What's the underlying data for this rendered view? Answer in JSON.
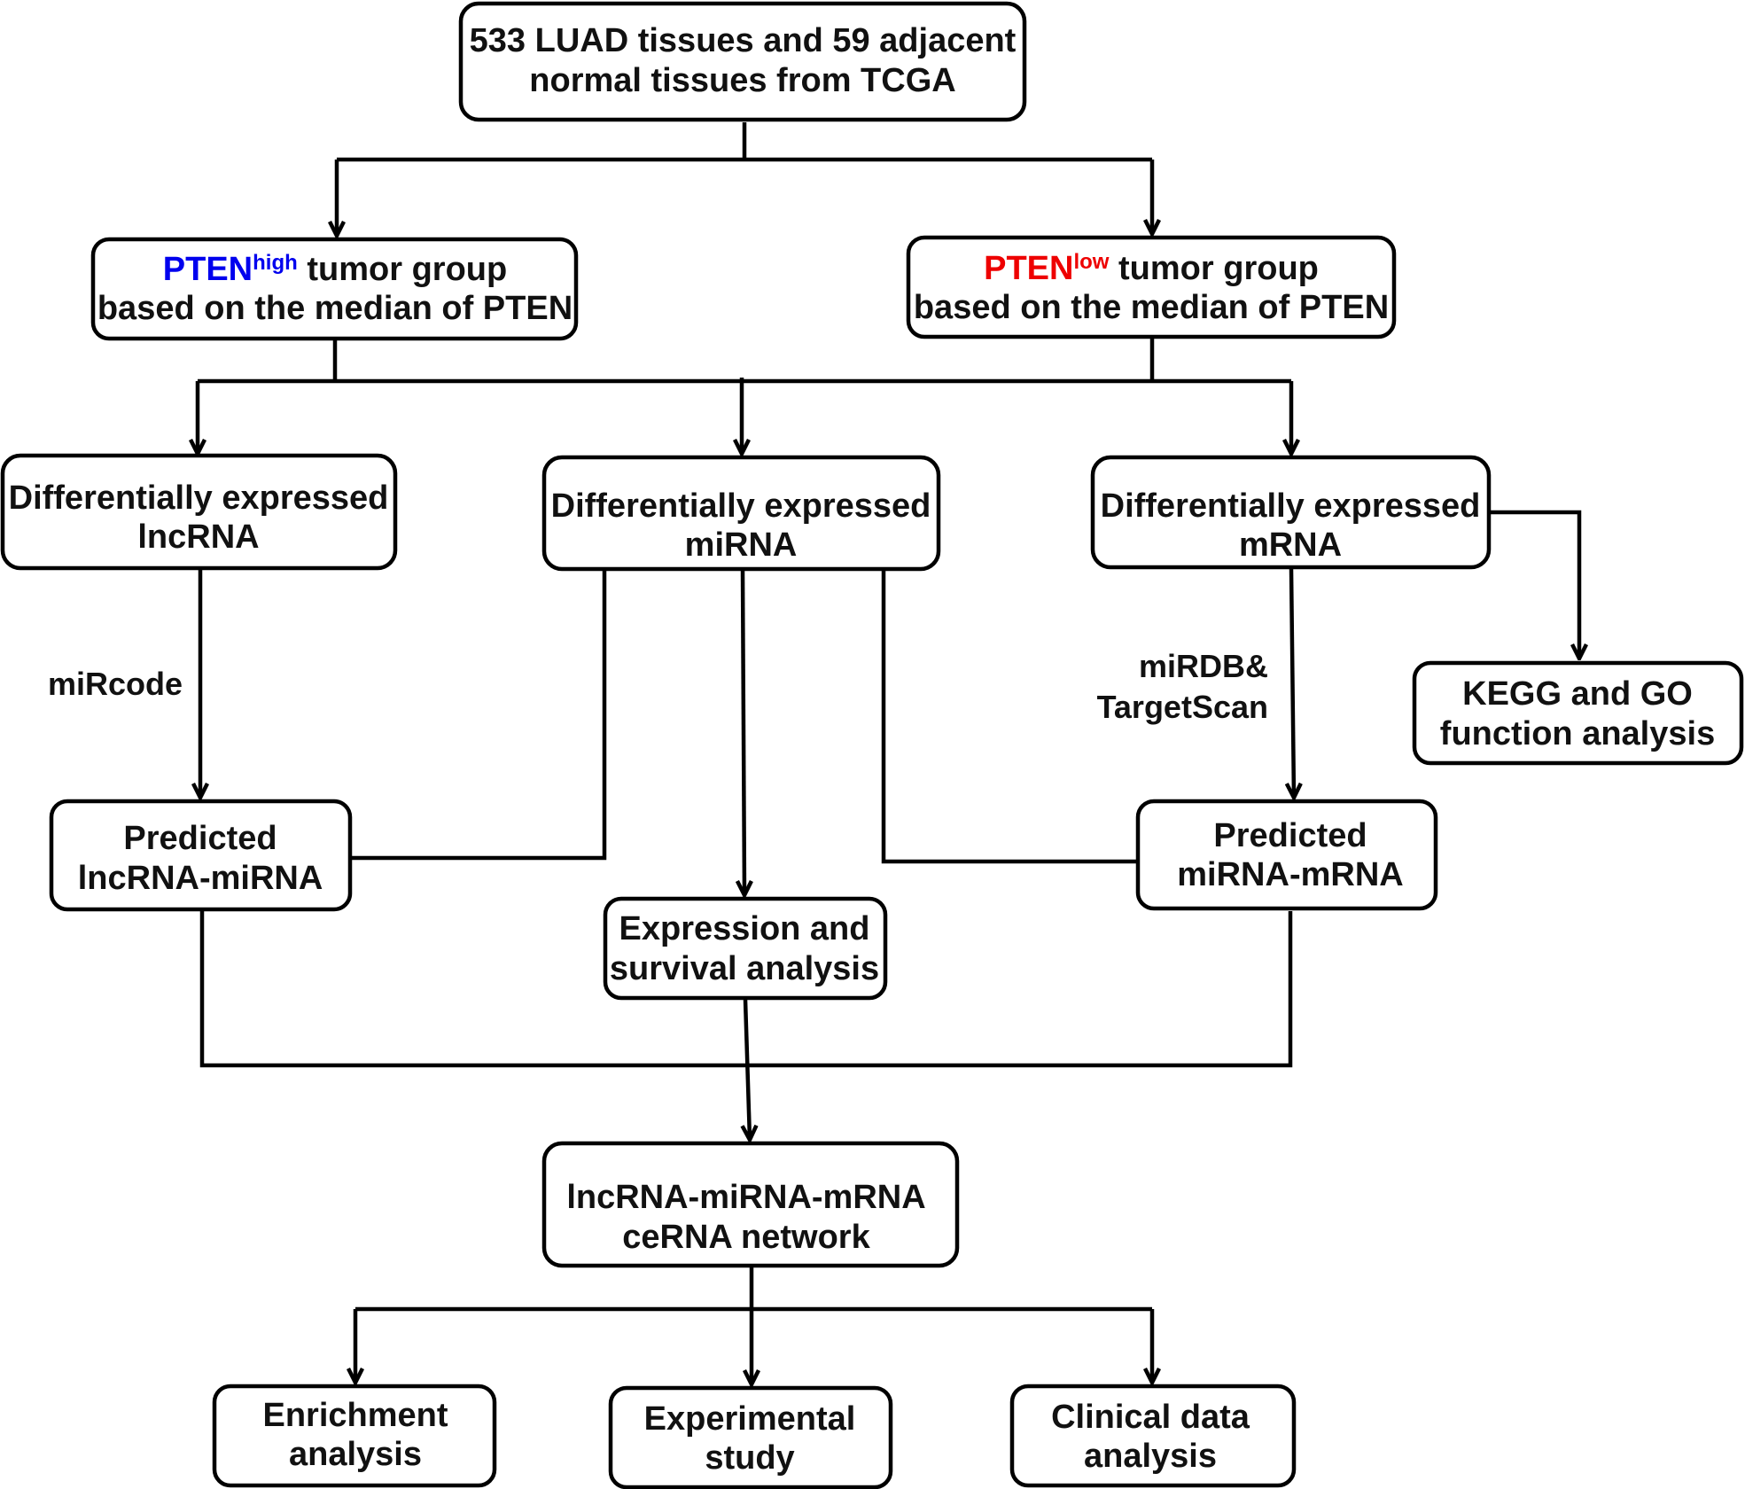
{
  "colors": {
    "high": "#0000ee",
    "low": "#ee0000",
    "stroke": "#000000"
  },
  "nodes": {
    "source": {
      "lines": [
        "533 LUAD tissues and 59 adjacent",
        "normal tissues from TCGA"
      ]
    },
    "pten_high": {
      "term": "PTEN",
      "sup": "high",
      "rest": " tumor group",
      "line2": "based on the median of PTEN"
    },
    "pten_low": {
      "term": "PTEN",
      "sup": "low",
      "rest": " tumor group",
      "line2": "based on the median of PTEN"
    },
    "de_lncrna": {
      "lines": [
        "Differentially expressed",
        "lncRNA"
      ]
    },
    "de_mirna": {
      "lines": [
        "Differentially expressed",
        "miRNA"
      ]
    },
    "de_mrna": {
      "lines": [
        "Differentially expressed",
        "mRNA"
      ]
    },
    "kegg_go": {
      "lines": [
        "KEGG and GO",
        "function analysis"
      ]
    },
    "pred_lnc_mi": {
      "lines": [
        "Predicted",
        "lncRNA-miRNA"
      ]
    },
    "pred_mi_m": {
      "lines": [
        "Predicted",
        "miRNA-mRNA"
      ]
    },
    "expr_surv": {
      "lines": [
        "Expression and",
        "survival analysis"
      ]
    },
    "cerna": {
      "lines": [
        "lncRNA-miRNA-mRNA",
        "ceRNA network"
      ]
    },
    "enrichment": {
      "lines": [
        "Enrichment",
        "analysis"
      ]
    },
    "experimental": {
      "lines": [
        "Experimental",
        "study"
      ]
    },
    "clinical": {
      "lines": [
        "Clinical data",
        "analysis"
      ]
    }
  },
  "edge_labels": {
    "mircode": {
      "lines": [
        "miRcode"
      ]
    },
    "mirdb": {
      "lines": [
        "miRDB&",
        "TargetScan"
      ]
    }
  }
}
